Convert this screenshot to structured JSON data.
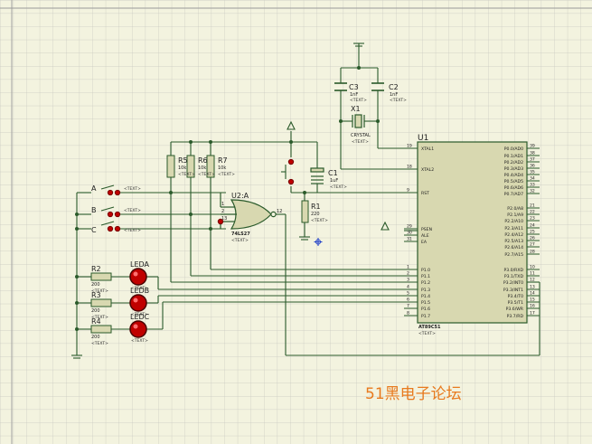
{
  "colors": {
    "wire": "#2a5a2a",
    "body": "#d8d8b0",
    "led": "#c00000",
    "red": "#b00000",
    "brand": "#e87a1e",
    "grid": "#c8c8c0",
    "grid_major": "#9a9a9a",
    "text": "#202020",
    "small": "#303030"
  },
  "chip": {
    "ref": "U1",
    "name": "AT89C51",
    "text": "<TEXT>",
    "left_pins": [
      {
        "num": "19",
        "label": "XTAL1"
      },
      {
        "num": "18",
        "label": "XTAL2"
      },
      {
        "num": "9",
        "label": "RST"
      },
      {
        "num": "29",
        "label": "PSEN"
      },
      {
        "num": "30",
        "label": "ALE"
      },
      {
        "num": "31",
        "label": "EA"
      },
      {
        "num": "1",
        "label": "P1.0"
      },
      {
        "num": "2",
        "label": "P1.1"
      },
      {
        "num": "3",
        "label": "P1.2"
      },
      {
        "num": "4",
        "label": "P1.3"
      },
      {
        "num": "5",
        "label": "P1.4"
      },
      {
        "num": "6",
        "label": "P1.5"
      },
      {
        "num": "7",
        "label": "P1.6"
      },
      {
        "num": "8",
        "label": "P1.7"
      }
    ],
    "right_pins": [
      {
        "num": "39",
        "label": "P0.0/AD0"
      },
      {
        "num": "38",
        "label": "P0.1/AD1"
      },
      {
        "num": "37",
        "label": "P0.2/AD2"
      },
      {
        "num": "36",
        "label": "P0.3/AD3"
      },
      {
        "num": "35",
        "label": "P0.4/AD4"
      },
      {
        "num": "34",
        "label": "P0.5/AD5"
      },
      {
        "num": "33",
        "label": "P0.6/AD6"
      },
      {
        "num": "32",
        "label": "P0.7/AD7"
      },
      {
        "num": "21",
        "label": "P2.0/A8"
      },
      {
        "num": "22",
        "label": "P2.1/A9"
      },
      {
        "num": "23",
        "label": "P2.2/A10"
      },
      {
        "num": "24",
        "label": "P2.3/A11"
      },
      {
        "num": "25",
        "label": "P2.4/A12"
      },
      {
        "num": "26",
        "label": "P2.5/A13"
      },
      {
        "num": "27",
        "label": "P2.6/A14"
      },
      {
        "num": "28",
        "label": "P2.7/A15"
      },
      {
        "num": "10",
        "label": "P3.0/RXD"
      },
      {
        "num": "11",
        "label": "P3.1/TXD"
      },
      {
        "num": "12",
        "label": "P3.2/INT0"
      },
      {
        "num": "13",
        "label": "P3.3/INT1"
      },
      {
        "num": "14",
        "label": "P3.4/T0"
      },
      {
        "num": "15",
        "label": "P3.5/T1"
      },
      {
        "num": "16",
        "label": "P3.6/WR"
      },
      {
        "num": "17",
        "label": "P3.7/RD"
      }
    ]
  },
  "gate": {
    "ref": "U2:A",
    "part": "74LS27",
    "text": "<TEXT>",
    "pin_a": "1",
    "pin_b": "2",
    "pin_c": "13",
    "pin_out": "12"
  },
  "parts": [
    {
      "ref": "C3",
      "value": "1nF",
      "text": "<TEXT>"
    },
    {
      "ref": "C2",
      "value": "1nF",
      "text": "<TEXT>"
    },
    {
      "ref": "X1",
      "value": "CRYSTAL",
      "text": "<TEXT>"
    },
    {
      "ref": "C1",
      "value": "1uF",
      "text": "<TEXT>"
    },
    {
      "ref": "R1",
      "value": "220",
      "text": "<TEXT>"
    },
    {
      "ref": "R5",
      "value": "10k",
      "text": "<TEXT>"
    },
    {
      "ref": "R6",
      "value": "10k",
      "text": "<TEXT>"
    },
    {
      "ref": "R7",
      "value": "10k",
      "text": "<TEXT>"
    },
    {
      "ref": "R2",
      "value": "200",
      "text": "<TEXT>"
    },
    {
      "ref": "R3",
      "value": "200",
      "text": "<TEXT>"
    },
    {
      "ref": "R4",
      "value": "200",
      "text": "<TEXT>"
    }
  ],
  "switches": [
    {
      "label": "A",
      "text": "<TEXT>"
    },
    {
      "label": "B",
      "text": "<TEXT>"
    },
    {
      "label": "C",
      "text": "<TEXT>"
    }
  ],
  "leds": [
    {
      "label": "LEDA",
      "text": "<TEXT>"
    },
    {
      "label": "LEDB",
      "text": "<TEXT>"
    },
    {
      "label": "LEDC",
      "text": "<TEXT>"
    }
  ],
  "watermark": "51黑电子论坛"
}
